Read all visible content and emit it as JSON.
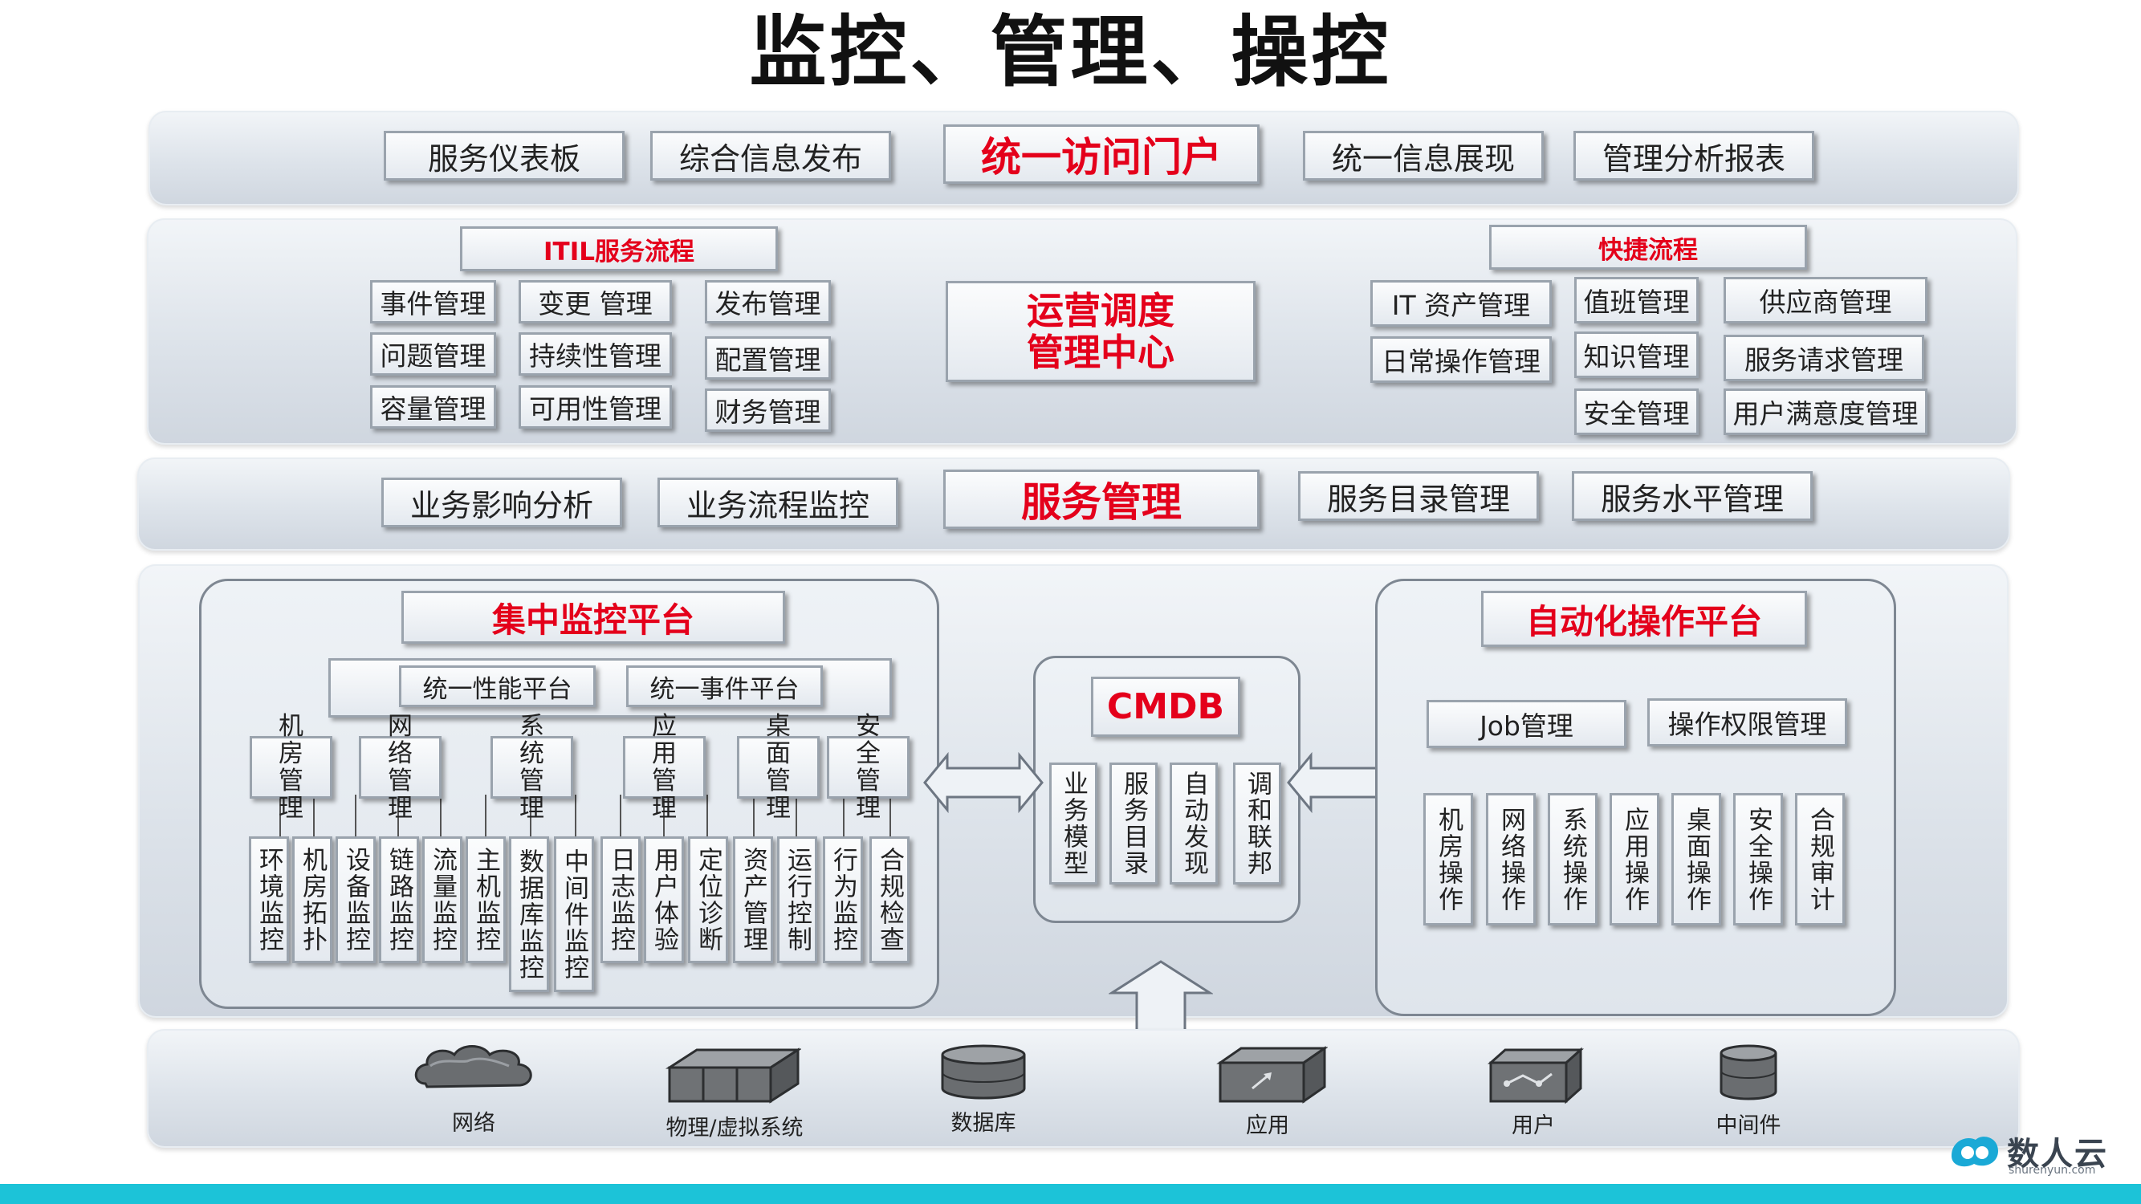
{
  "title": "监控、管理、操控",
  "portal": {
    "items": [
      "服务仪表板",
      "综合信息发布",
      "统一访问门户",
      "统一信息展现",
      "管理分析报表"
    ]
  },
  "ops": {
    "itil_label": "ITIL服务流程",
    "itil_items": [
      "事件管理",
      "变更 管理",
      "发布管理",
      "问题管理",
      "持续性管理",
      "配置管理",
      "容量管理",
      "可用性管理",
      "财务管理"
    ],
    "center_label": "运营调度\n管理中心",
    "center_line1": "运营调度",
    "center_line2": "管理中心",
    "quick_label": "快捷流程",
    "quick_items": [
      "IT  资产管理",
      "值班管理",
      "供应商管理",
      "日常操作管理",
      "知识管理",
      "服务请求管理",
      "安全管理",
      "用户满意度管理"
    ]
  },
  "service": {
    "items": [
      "业务影响分析",
      "业务流程监控",
      "服务管理",
      "服务目录管理",
      "服务水平管理"
    ]
  },
  "monitor": {
    "title": "集中监控平台",
    "sub": [
      "统一性能平台",
      "统一事件平台"
    ],
    "groups": [
      "机房管理",
      "网络管理",
      "系统管理",
      "应用管理",
      "桌面管理",
      "安全管理"
    ],
    "leaves": [
      "环境监控",
      "机房拓扑",
      "设备监控",
      "链路监控",
      "流量监控",
      "主机监控",
      "数据库监控",
      "中间件监控",
      "日志监控",
      "用户体验",
      "定位诊断",
      "资产管理",
      "运行控制",
      "行为监控",
      "合规检查"
    ]
  },
  "cmdb": {
    "title": "CMDB",
    "items": [
      "业务模型",
      "服务目录",
      "自动发现",
      "调和联邦"
    ]
  },
  "automation": {
    "title": "自动化操作平台",
    "sub": [
      "Job管理",
      "操作权限管理"
    ],
    "items": [
      "机房操作",
      "网络操作",
      "系统操作",
      "应用操作",
      "桌面操作",
      "安全操作",
      "合规审计"
    ]
  },
  "infra": {
    "items": [
      "网络",
      "物理/虚拟系统",
      "数据库",
      "应用",
      "用户",
      "中间件"
    ]
  },
  "brand": {
    "name": "数人云",
    "sub": "shurenyun.com"
  },
  "colors": {
    "accent_red": "#e4001b",
    "bottom_bar": "#1cc3d8",
    "brand_blue": "#1aa9d6"
  }
}
